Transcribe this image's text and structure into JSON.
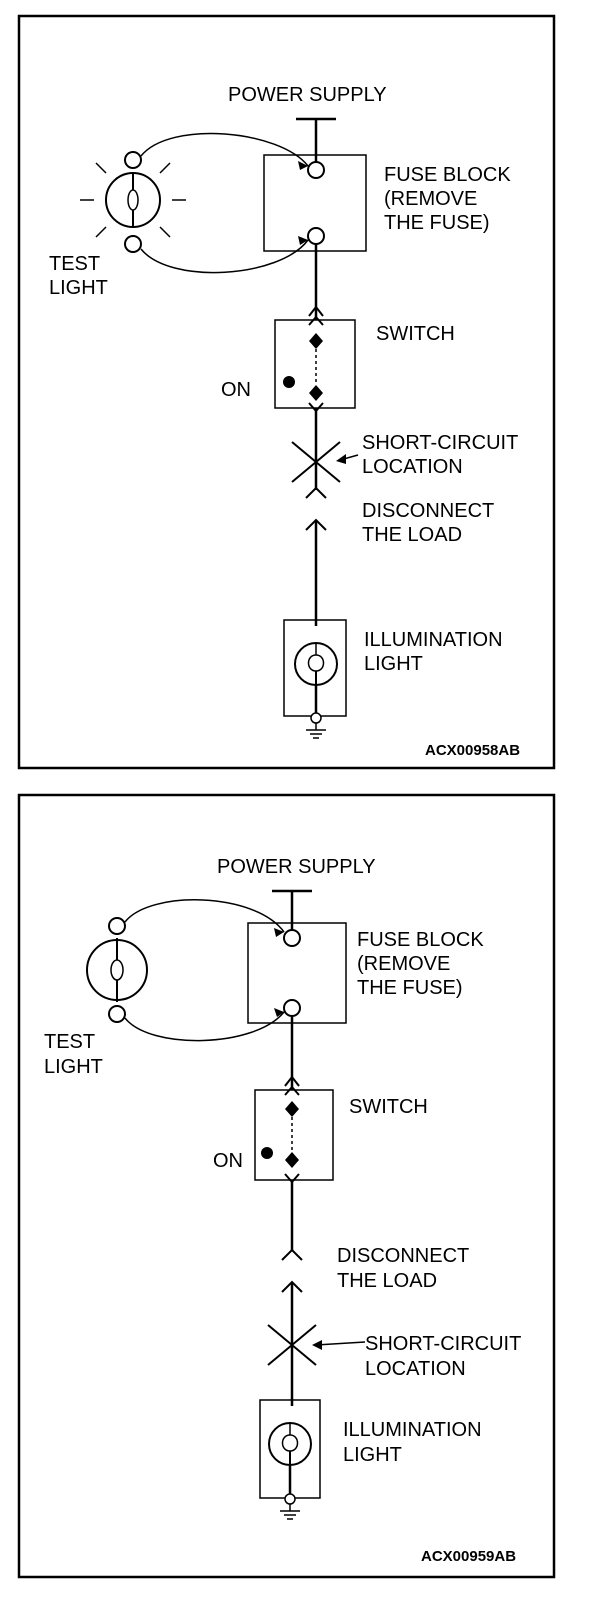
{
  "diagrams": [
    {
      "power_supply": "POWER SUPPLY",
      "fuse_block": [
        "FUSE BLOCK",
        "(REMOVE",
        "THE FUSE)"
      ],
      "test_light": [
        "TEST",
        "LIGHT"
      ],
      "switch": "SWITCH",
      "on": "ON",
      "short_circuit": [
        "SHORT-CIRCUIT",
        "LOCATION"
      ],
      "disconnect": [
        "DISCONNECT",
        "THE LOAD"
      ],
      "illumination": [
        "ILLUMINATION",
        "LIGHT"
      ],
      "code": "ACX00958AB"
    },
    {
      "power_supply": "POWER SUPPLY",
      "fuse_block": [
        "FUSE BLOCK",
        "(REMOVE",
        "THE FUSE)"
      ],
      "test_light": [
        "TEST",
        "LIGHT"
      ],
      "switch": "SWITCH",
      "on": "ON",
      "short_circuit": [
        "SHORT-CIRCUIT",
        "LOCATION"
      ],
      "disconnect": [
        "DISCONNECT",
        "THE LOAD"
      ],
      "illumination": [
        "ILLUMINATION",
        "LIGHT"
      ],
      "code": "ACX00959AB"
    }
  ]
}
